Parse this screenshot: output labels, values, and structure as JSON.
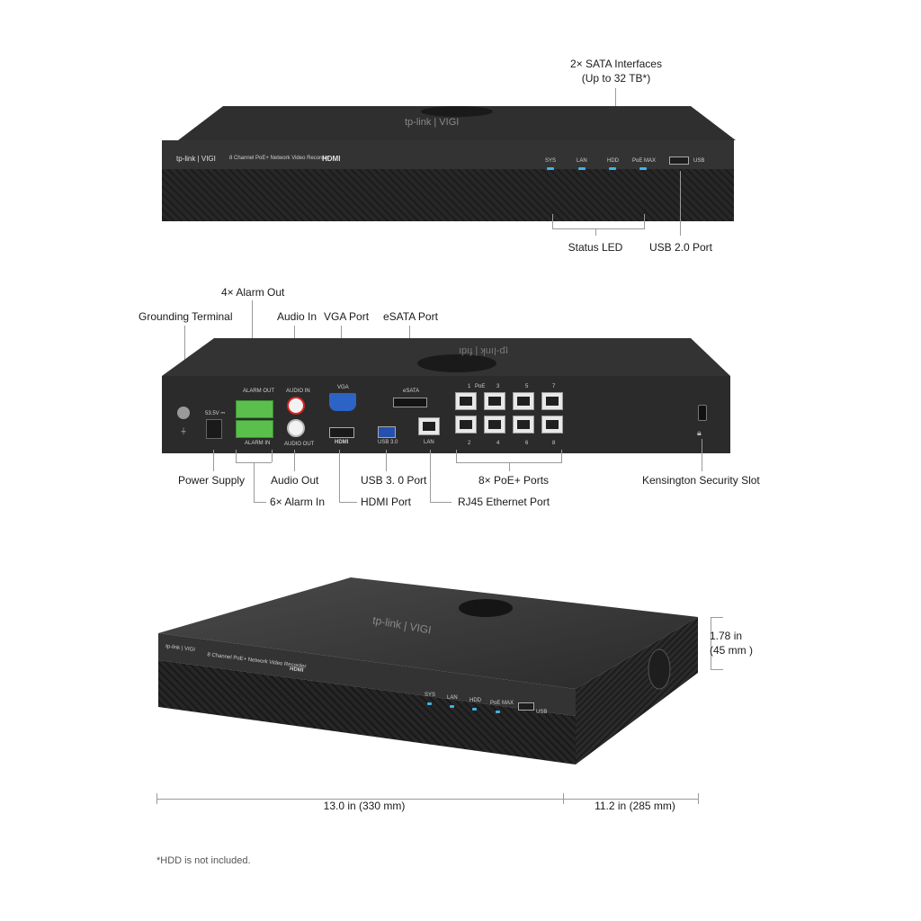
{
  "top_view": {
    "callouts": {
      "sata_line1": "2× SATA Interfaces",
      "sata_line2": "(Up to 32 TB*)",
      "status_led": "Status LED",
      "usb2": "USB 2.0 Port"
    },
    "panel": {
      "brand": "tp-link | VIGI",
      "model": "8 Channel PoE+ Network Video Recorder",
      "hdmi": "HDMI",
      "leds": [
        "SYS",
        "LAN",
        "HDD",
        "PoE MAX"
      ],
      "usb": "USB",
      "top_logo": "tp-link | VIGI"
    }
  },
  "rear_view": {
    "callouts": {
      "alarm_out": "4× Alarm Out",
      "grounding": "Grounding Terminal",
      "audio_in": "Audio In",
      "vga": "VGA Port",
      "esata": "eSATA Port",
      "power": "Power Supply",
      "audio_out": "Audio Out",
      "alarm_in": "6× Alarm In",
      "usb3": "USB 3. 0 Port",
      "hdmi": "HDMI Port",
      "rj45": "RJ45 Ethernet Port",
      "poe": "8× PoE+ Ports",
      "kensington": "Kensington Security Slot"
    },
    "panel": {
      "dc": "53.5V ⎓",
      "alarm_out_label": "ALARM OUT",
      "alarm_in_label": "ALARM IN",
      "audio_in_label": "AUDIO IN",
      "audio_out_label": "AUDIO OUT",
      "vga_label": "VGA",
      "esata_label": "eSATA",
      "hdmi_label": "HDMI",
      "usb_label": "USB 3.0",
      "lan_label": "LAN",
      "poe_label": "PoE",
      "port_top": [
        "1",
        "3",
        "5",
        "7"
      ],
      "port_bottom": [
        "2",
        "4",
        "6",
        "8"
      ]
    }
  },
  "perspective_view": {
    "callouts": {
      "height_line1": "1.78 in",
      "height_line2": "(45 mm )",
      "width": "13.0 in (330 mm)",
      "depth": "11.2 in (285 mm)"
    },
    "panel": {
      "brand": "tp-link | VIGI",
      "model": "8 Channel PoE+ Network Video Recorder",
      "hdmi": "HDMI",
      "leds": [
        "SYS",
        "LAN",
        "HDD",
        "PoE MAX"
      ],
      "usb": "USB"
    }
  },
  "footnote": "*HDD is not included."
}
